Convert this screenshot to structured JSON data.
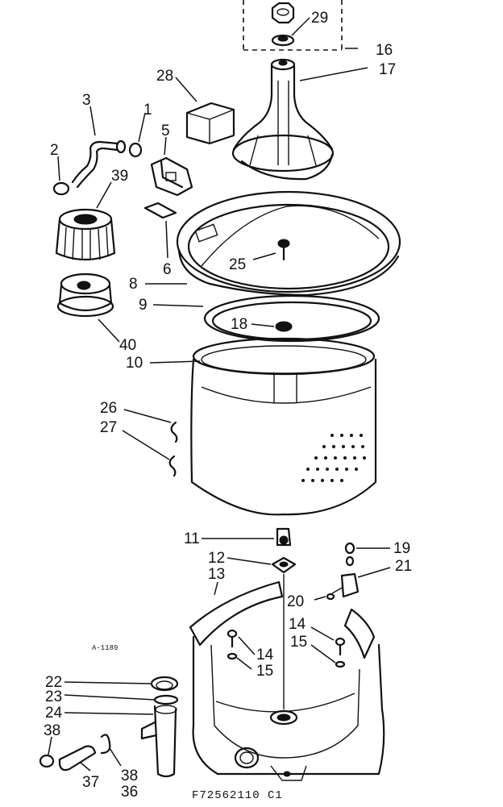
{
  "diagram": {
    "drawing_code": "F72562110 C1",
    "small_mark": "A-1189",
    "callouts": [
      {
        "id": "c29",
        "text": "29"
      },
      {
        "id": "c16",
        "text": "16"
      },
      {
        "id": "c17",
        "text": "17"
      },
      {
        "id": "c28",
        "text": "28"
      },
      {
        "id": "c3",
        "text": "3"
      },
      {
        "id": "c1",
        "text": "1"
      },
      {
        "id": "c5",
        "text": "5"
      },
      {
        "id": "c2",
        "text": "2"
      },
      {
        "id": "c39",
        "text": "39"
      },
      {
        "id": "c6",
        "text": "6"
      },
      {
        "id": "c25",
        "text": "25"
      },
      {
        "id": "c8",
        "text": "8"
      },
      {
        "id": "c9",
        "text": "9"
      },
      {
        "id": "c18",
        "text": "18"
      },
      {
        "id": "c40",
        "text": "40"
      },
      {
        "id": "c10",
        "text": "10"
      },
      {
        "id": "c26",
        "text": "26"
      },
      {
        "id": "c27",
        "text": "27"
      },
      {
        "id": "c11",
        "text": "11"
      },
      {
        "id": "c19",
        "text": "19"
      },
      {
        "id": "c12",
        "text": "12"
      },
      {
        "id": "c21",
        "text": "21"
      },
      {
        "id": "c13",
        "text": "13"
      },
      {
        "id": "c20",
        "text": "20"
      },
      {
        "id": "c14a",
        "text": "14"
      },
      {
        "id": "c15a",
        "text": "15"
      },
      {
        "id": "c14b",
        "text": "14"
      },
      {
        "id": "c15b",
        "text": "15"
      },
      {
        "id": "c22",
        "text": "22"
      },
      {
        "id": "c23",
        "text": "23"
      },
      {
        "id": "c24",
        "text": "24"
      },
      {
        "id": "c38a",
        "text": "38"
      },
      {
        "id": "c37",
        "text": "37"
      },
      {
        "id": "c38b",
        "text": "38"
      },
      {
        "id": "c36",
        "text": "36"
      }
    ]
  }
}
